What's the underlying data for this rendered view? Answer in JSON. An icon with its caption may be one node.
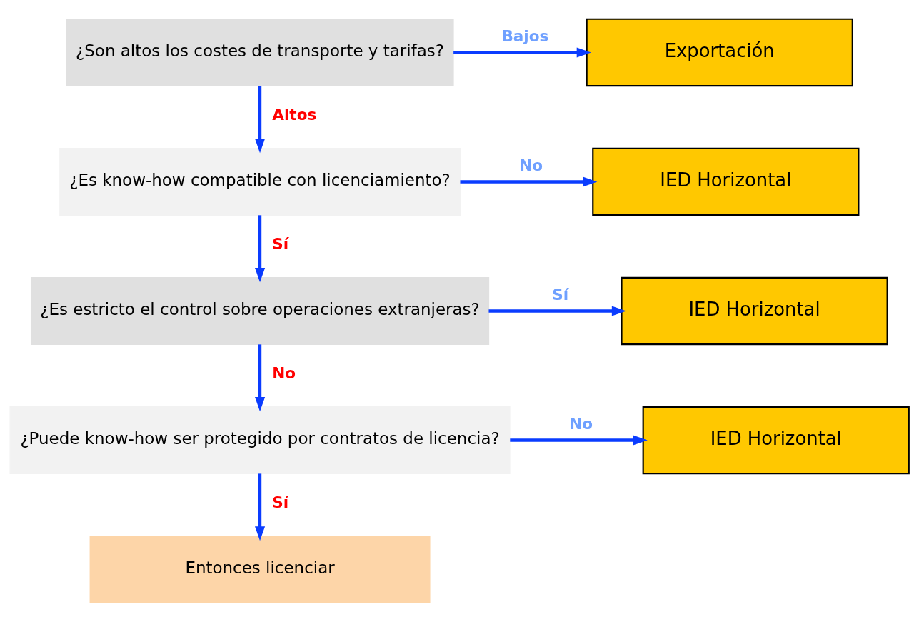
{
  "diagram": {
    "nodes": [
      {
        "text": [
          "¿Son altos los costes de transporte y tarifas?"
        ]
      },
      {
        "text": [
          "Exportación"
        ]
      },
      {
        "text": [
          "¿Es know-how compatible con licenciamiento?"
        ]
      },
      {
        "text": [
          "IED Horizontal"
        ]
      },
      {
        "text": [
          "¿Es estricto el control sobre operaciones extranjeras?"
        ]
      },
      {
        "text": [
          "IED Horizontal"
        ]
      },
      {
        "text": [
          "¿Puede know-how ser protegido por contratos de licencia?"
        ]
      },
      {
        "text": [
          "IED Horizontal"
        ]
      },
      {
        "text": [
          "Entonces licenciar"
        ]
      }
    ],
    "edges": [
      {
        "from": 0,
        "to": 1,
        "arrow": "to",
        "label": "Bajos"
      },
      {
        "from": 0,
        "to": 2,
        "arrow": "to",
        "label": "Altos"
      },
      {
        "from": 2,
        "to": 3,
        "arrow": "to",
        "label": "No"
      },
      {
        "from": 2,
        "to": 4,
        "arrow": "to",
        "label": "Sí"
      },
      {
        "from": 4,
        "to": 5,
        "arrow": "to",
        "label": "Sí"
      },
      {
        "from": 4,
        "to": 6,
        "arrow": "to",
        "label": "No"
      },
      {
        "from": 6,
        "to": 7,
        "arrow": "to",
        "label": "No"
      },
      {
        "from": 6,
        "to": 8,
        "arrow": "to",
        "label": "Sí"
      }
    ]
  }
}
